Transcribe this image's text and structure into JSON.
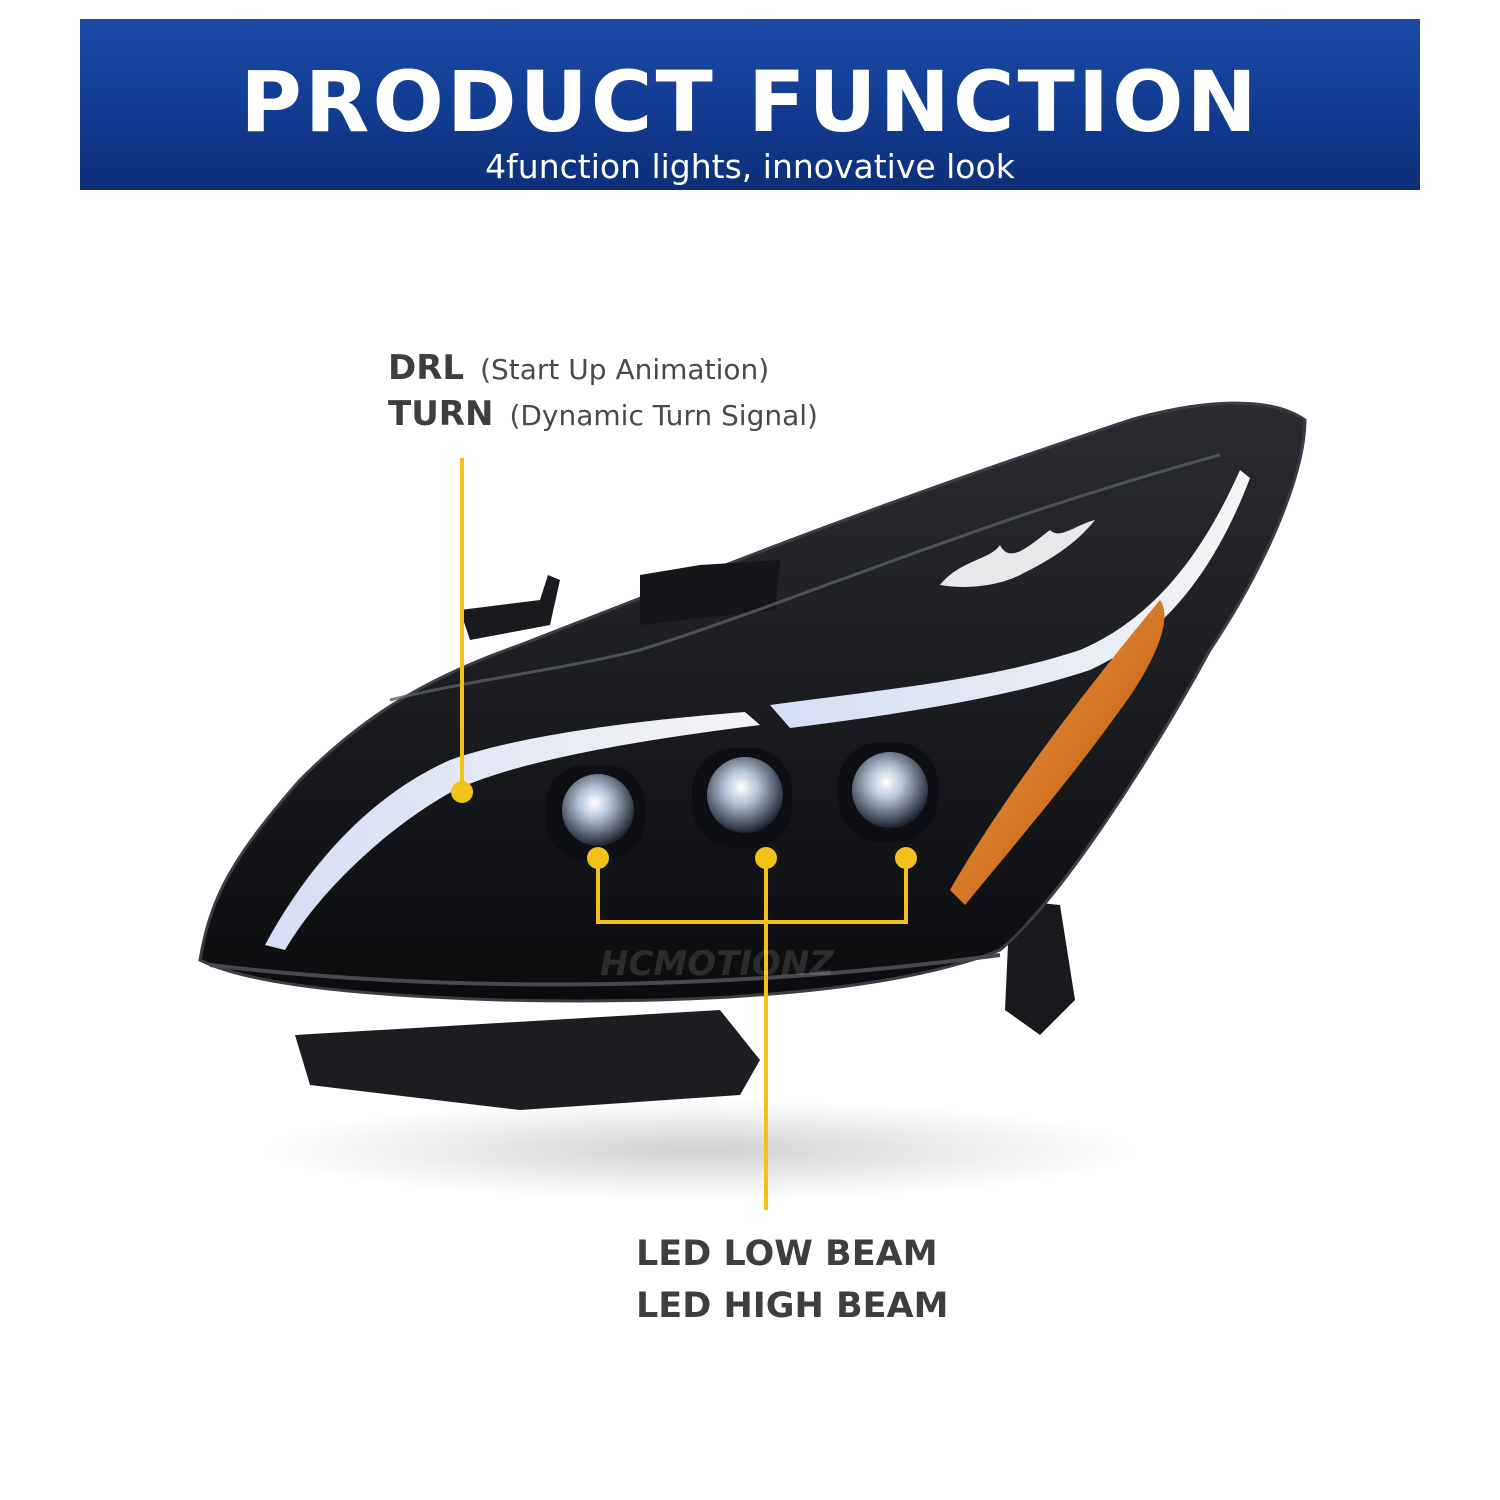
{
  "banner": {
    "title": "PRODUCT FUNCTION",
    "subtitle": "4function lights, innovative look"
  },
  "callouts": {
    "drl_label": "DRL",
    "drl_note": "(Start Up Animation)",
    "turn_label": "TURN",
    "turn_note": "(Dynamic Turn Signal)",
    "low_beam": "LED LOW BEAM",
    "high_beam": "LED HIGH BEAM"
  },
  "colors": {
    "banner_blue": "#133f95",
    "callout_line": "#f2c21b",
    "label_text": "#3e3e3e",
    "amber_reflector": "#e8741c"
  },
  "product": {
    "image": "black LED projector headlight",
    "watermark": "HCMOTIONZ"
  }
}
